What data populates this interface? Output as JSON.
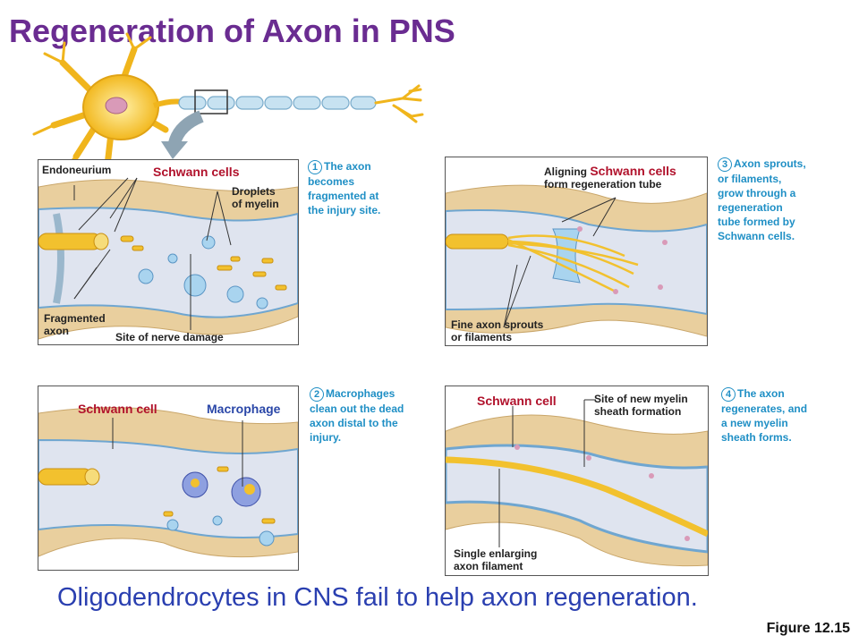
{
  "title": "Regeneration of Axon in PNS",
  "panel1": {
    "endoneurium": "Endoneurium",
    "schwann_cells": "Schwann cells",
    "droplets_l1": "Droplets",
    "droplets_l2": "of myelin",
    "fragmented_l1": "Fragmented",
    "fragmented_l2": "axon",
    "damage": "Site of nerve damage"
  },
  "step1": {
    "num": "1",
    "l1": "The axon",
    "l2": "becomes",
    "l3": "fragmented at",
    "l4": "the injury site."
  },
  "panel3": {
    "aligning": "Aligning",
    "schwann_cells": "Schwann cells",
    "form_tube": "form regeneration tube",
    "sprouts_l1": "Fine axon sprouts",
    "sprouts_l2": "or filaments"
  },
  "step3": {
    "num": "3",
    "l1": "Axon sprouts,",
    "l2": "or filaments,",
    "l3": "grow through  a",
    "l4": "regeneration",
    "l5": "tube formed by",
    "l6": "Schwann cells."
  },
  "panel2": {
    "schwann_cell": "Schwann cell",
    "macrophage": "Macrophage"
  },
  "step2": {
    "num": "2",
    "l1": "Macrophages",
    "l2": "clean out the dead",
    "l3": "axon distal to the",
    "l4": "injury."
  },
  "panel4": {
    "schwann_cell": "Schwann cell",
    "new_myelin_l1": "Site of new myelin",
    "new_myelin_l2": "sheath formation",
    "single_l1": "Single enlarging",
    "single_l2": "axon filament"
  },
  "step4": {
    "num": "4",
    "l1": "The axon",
    "l2": "regenerates, and",
    "l3": "a new myelin",
    "l4": "sheath forms."
  },
  "bottom_text": "Oligodendrocytes  in CNS fail to help axon  regeneration.",
  "figure": "Figure 12.15",
  "colors": {
    "title": "#6a2c91",
    "schwann_red": "#b1122c",
    "macrophage_blue": "#2a47a8",
    "step_blue": "#1f8fc5",
    "axon_yellow": "#f2c12e",
    "myelin_blue": "#a9d4ef",
    "tissue_tan": "#e9cf9e"
  }
}
